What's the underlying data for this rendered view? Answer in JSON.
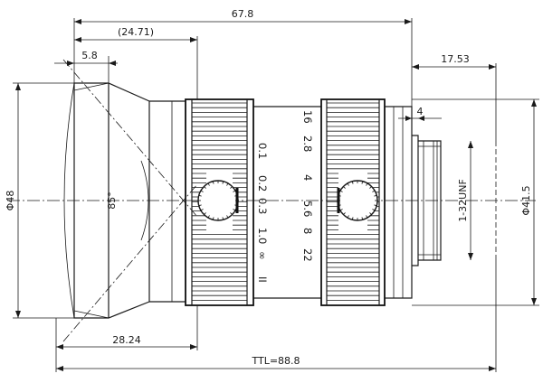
{
  "dimensions": {
    "overall_length": "67.8",
    "front_to_ring": "(24.71)",
    "hood_depth": "5.8",
    "back_to_flange": "17.53",
    "flange_step": "4",
    "front_diameter": "Φ48",
    "rear_diameter": "Φ41.5",
    "thread": "1-32UNF",
    "front_to_focus_ring": "28.24",
    "total_length": "TTL=88.8",
    "view_angle": "85°"
  },
  "focus_scale": [
    "0.1",
    "0.2",
    "0.3",
    "1.0",
    "∞"
  ],
  "iris_scale": [
    "2.8",
    "4",
    "5.6",
    "8",
    "22"
  ],
  "iris_scale_mid": "16",
  "marker": "II"
}
